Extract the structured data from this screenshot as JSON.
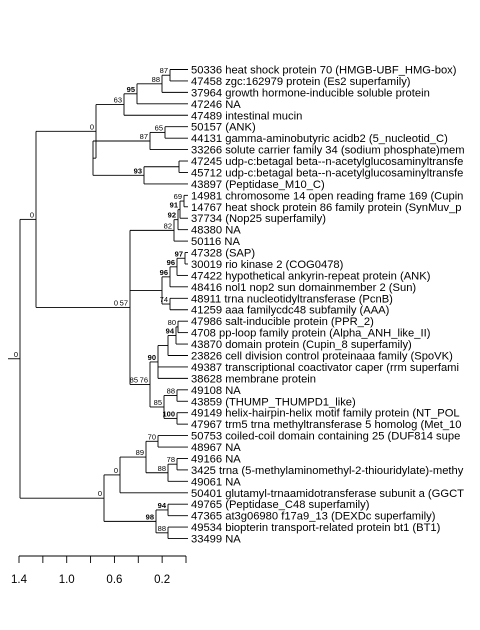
{
  "tree": {
    "leaves": [
      {
        "id": "50336",
        "desc": "heat shock protein 70 (HMGB-UBF_HMG-box)"
      },
      {
        "id": "47458",
        "desc": "zgc:162979 protein (Es2 superfamily)"
      },
      {
        "id": "37964",
        "desc": "growth hormone-inducible soluble protein"
      },
      {
        "id": "47246",
        "desc": "NA"
      },
      {
        "id": "47489",
        "desc": "intestinal mucin"
      },
      {
        "id": "50157",
        "desc": "(ANK)"
      },
      {
        "id": "44131",
        "desc": "gamma-aminobutyric acidb2 (5_nucleotid_C)"
      },
      {
        "id": "33266",
        "desc": "solute carrier family 34 (sodium phosphate)mem"
      },
      {
        "id": "47245",
        "desc": "udp-c:betagal beta--n-acetylglucosaminyltransfe"
      },
      {
        "id": "45712",
        "desc": "udp-c:betagal beta--n-acetylglucosaminyltransfe"
      },
      {
        "id": "43897",
        "desc": "(Peptidase_M10_C)"
      },
      {
        "id": "14981",
        "desc": "chromosome 14 open reading frame 169 (Cupin"
      },
      {
        "id": "14767",
        "desc": "heat shock protein 86 family protein (SynMuv_p"
      },
      {
        "id": "37734",
        "desc": "(Nop25 superfamily)"
      },
      {
        "id": "48380",
        "desc": "NA"
      },
      {
        "id": "50116",
        "desc": "NA"
      },
      {
        "id": "47328",
        "desc": "(SAP)"
      },
      {
        "id": "30019",
        "desc": "rio kinase 2 (COG0478)"
      },
      {
        "id": "47422",
        "desc": "hypothetical ankyrin-repeat protein (ANK)"
      },
      {
        "id": "48416",
        "desc": "nol1 nop2 sun domainmember 2 (Sun)"
      },
      {
        "id": "48911",
        "desc": "trna nucleotidyltransferase (PcnB)"
      },
      {
        "id": "41259",
        "desc": "aaa familycdc48 subfamily (AAA)"
      },
      {
        "id": "47986",
        "desc": "salt-inducible protein (PPR_2)"
      },
      {
        "id": "4708",
        "desc": "pp-loop family protein (Alpha_ANH_like_II)"
      },
      {
        "id": "43870",
        "desc": "domain protein (Cupin_8 superfamily)"
      },
      {
        "id": "23826",
        "desc": "cell division control proteinaaa family (SpoVK)"
      },
      {
        "id": "49387",
        "desc": "transcriptional coactivator caper (rrm superfami"
      },
      {
        "id": "38628",
        "desc": "membrane protein"
      },
      {
        "id": "49108",
        "desc": "NA"
      },
      {
        "id": "43859",
        "desc": "(THUMP_THUMPD1_like)"
      },
      {
        "id": "49149",
        "desc": "helix-hairpin-helix motif family protein (NT_POL"
      },
      {
        "id": "47967",
        "desc": "trm5 trna methyltransferase 5 homolog (Met_10"
      },
      {
        "id": "50753",
        "desc": "coiled-coil domain containing 25 (DUF814 supe"
      },
      {
        "id": "48967",
        "desc": "NA"
      },
      {
        "id": "49166",
        "desc": "NA"
      },
      {
        "id": "3425",
        "desc": "trna (5-methylaminomethyl-2-thiouridylate)-methy"
      },
      {
        "id": "49061",
        "desc": "NA"
      },
      {
        "id": "50401",
        "desc": "glutamyl-trnaamidotransferase subunit a (GGCT"
      },
      {
        "id": "49765",
        "desc": "(Peptidase_C48 superfamily)"
      },
      {
        "id": "47365",
        "desc": "at3g06980 f17a9_13 (DEXDc superfamily)"
      },
      {
        "id": "49534",
        "desc": "biopterin transport-related protein bt1 (BT1)"
      },
      {
        "id": "33499",
        "desc": "NA"
      }
    ],
    "axis": {
      "ticks": [
        "1.4",
        "1.0",
        "0.6",
        "0.2"
      ],
      "range": [
        1.4,
        0.0
      ]
    }
  }
}
